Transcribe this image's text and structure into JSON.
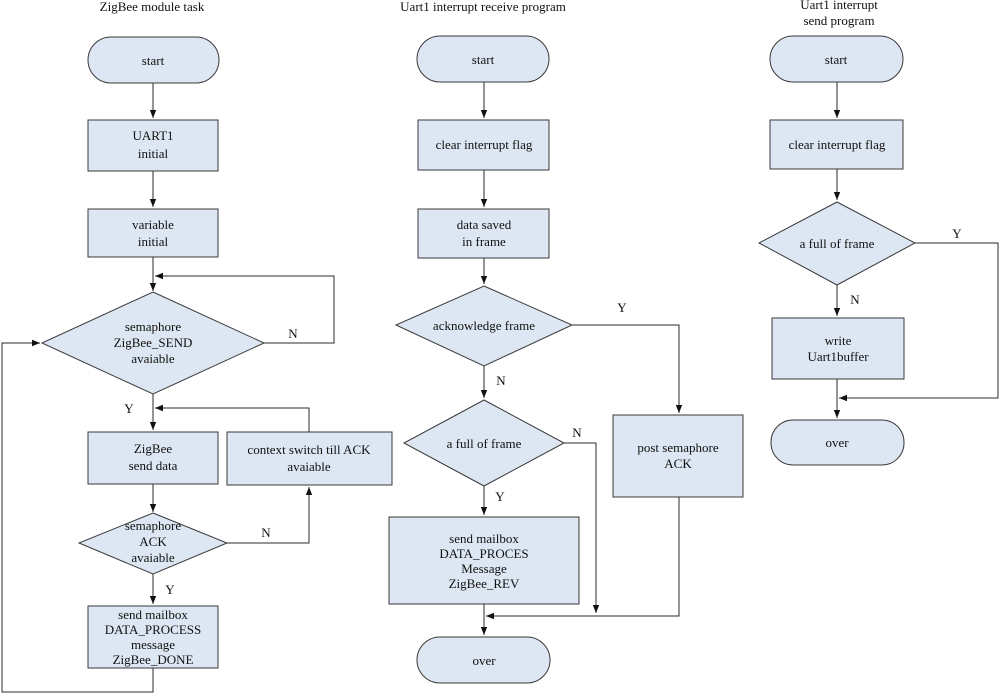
{
  "col1": {
    "title": "ZigBee module task",
    "start": "start",
    "uart_init": [
      "UART1",
      "initial"
    ],
    "var_init": [
      "variable",
      "initial"
    ],
    "sem_send": [
      "semaphore",
      "ZigBee_SEND",
      "avaiable"
    ],
    "send_data": [
      "ZigBee",
      "send data"
    ],
    "ctx_switch": [
      "context switch till ACK",
      "avaiable"
    ],
    "sem_ack": [
      "semaphore",
      "ACK",
      "avaiable"
    ],
    "mailbox": [
      "send mailbox",
      "DATA_PROCESS",
      "message",
      "ZigBee_DONE"
    ],
    "label_n1": "N",
    "label_y1": "Y",
    "label_n2": "N",
    "label_y2": "Y"
  },
  "col2": {
    "title": "Uart1 interrupt receive program",
    "start": "start",
    "clear": "clear interrupt flag",
    "saved": [
      "data saved",
      "in frame"
    ],
    "ack": "acknowledge frame",
    "full": "a full of frame",
    "post": [
      "post semaphore",
      "ACK"
    ],
    "mailbox": [
      "send mailbox",
      "DATA_PROCES",
      "Message",
      "ZigBee_REV"
    ],
    "over": "over",
    "label_y_ack": "Y",
    "label_n_ack": "N",
    "label_n_full": "N",
    "label_y_full": "Y"
  },
  "col3": {
    "title": [
      "Uart1 interrupt",
      "send program"
    ],
    "start": "start",
    "clear": "clear interrupt flag",
    "full": "a full of frame",
    "write": [
      "write",
      "Uart1buffer"
    ],
    "over": "over",
    "label_y": "Y",
    "label_n": "N"
  }
}
